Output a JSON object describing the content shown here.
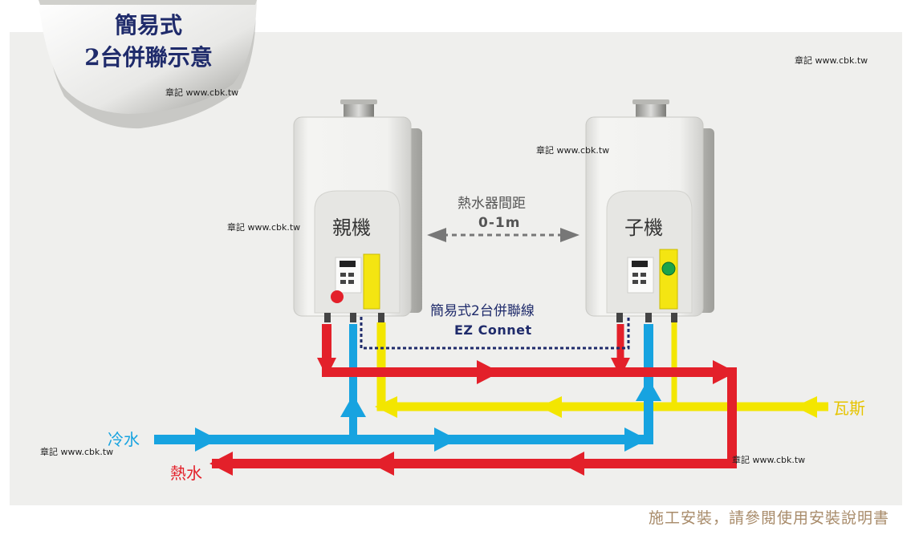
{
  "title": {
    "line1": "簡易式",
    "line2": "2台併聯示意"
  },
  "watermark": "章記 www.cbk.tw",
  "units": {
    "parent": "親機",
    "child": "子機"
  },
  "spacing": {
    "label": "熱水器間距",
    "value": "0-1m"
  },
  "connection": {
    "label": "簡易式2台併聯線",
    "name": "EZ Connet"
  },
  "pipes": {
    "cold": "冷水",
    "hot": "熱水",
    "gas": "瓦斯"
  },
  "footer": "施工安裝，請參閱使用安裝說明書",
  "colors": {
    "hot": "#e3202a",
    "cold": "#17a3e0",
    "gas": "#f3e600",
    "connect_line": "#1f2b6b",
    "background": "#efefed"
  }
}
